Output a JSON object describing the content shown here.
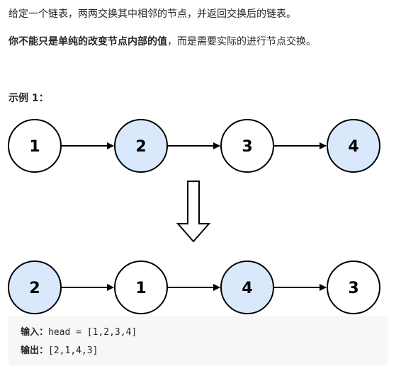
{
  "description": {
    "line1": "给定一个链表，两两交换其中相邻的节点，并返回交换后的链表。",
    "line2_bold": "你不能只是单纯的改变节点内部的值",
    "line2_rest": "，而是需要实际的进行节点交换。"
  },
  "example": {
    "heading": "示例 1：",
    "before": [
      "1",
      "2",
      "3",
      "4"
    ],
    "after": [
      "2",
      "1",
      "4",
      "3"
    ],
    "highlighted_before": [
      "2",
      "4"
    ],
    "highlighted_after": [
      "2",
      "4"
    ],
    "input_label": "输入：",
    "input_value": "head = [1,2,3,4]",
    "output_label": "输出：",
    "output_value": "[2,1,4,3]"
  },
  "colors": {
    "highlight_fill": "#dae8fc",
    "node_stroke": "#000000",
    "code_background": "#f7f7f8"
  }
}
